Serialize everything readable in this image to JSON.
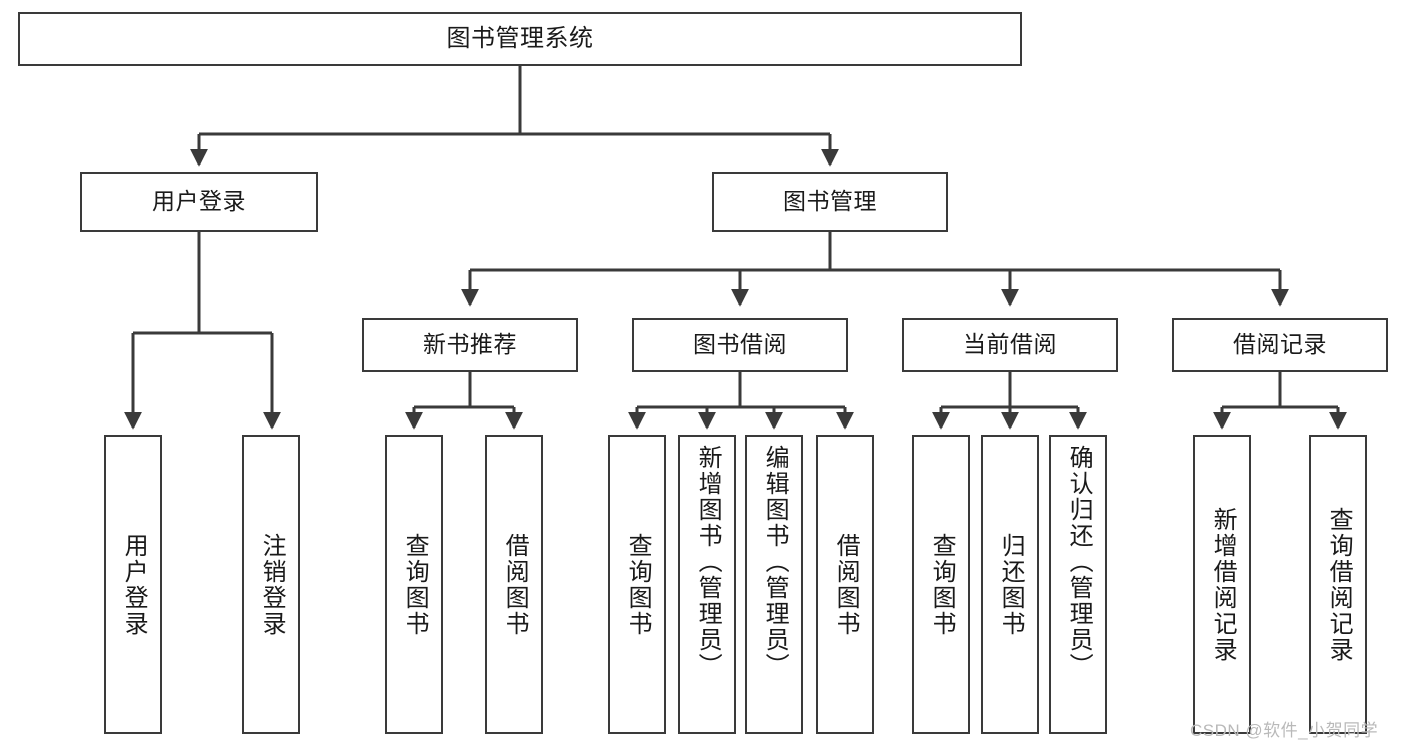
{
  "diagram": {
    "type": "tree-hierarchy-chart",
    "title": "图书管理系统",
    "watermark": "CSDN @软件_小贺同学",
    "colors": {
      "stroke": "#3a3a3a",
      "fill": "#ffffff",
      "text": "#1a1a1a",
      "watermark": "#b9b9b9"
    },
    "levels": {
      "level1": [
        {
          "id": "root",
          "label": "图书管理系统"
        }
      ],
      "level2": [
        {
          "id": "user-login",
          "label": "用户登录"
        },
        {
          "id": "book-manage",
          "label": "图书管理"
        }
      ],
      "level3": [
        {
          "id": "new-book-rec",
          "label": "新书推荐"
        },
        {
          "id": "book-borrow",
          "label": "图书借阅"
        },
        {
          "id": "current-borrow",
          "label": "当前借阅"
        },
        {
          "id": "borrow-record",
          "label": "借阅记录"
        }
      ],
      "level4": [
        {
          "id": "leaf-user-login",
          "label": "用户登录",
          "parent": "user-login"
        },
        {
          "id": "leaf-logout",
          "label": "注销登录",
          "parent": "user-login"
        },
        {
          "id": "leaf-query-book-1",
          "label": "查询图书",
          "parent": "new-book-rec"
        },
        {
          "id": "leaf-borrow-book-1",
          "label": "借阅图书",
          "parent": "new-book-rec"
        },
        {
          "id": "leaf-query-book-2",
          "label": "查询图书",
          "parent": "book-borrow"
        },
        {
          "id": "leaf-add-book",
          "label": "新增图书（管理员）",
          "parent": "book-borrow"
        },
        {
          "id": "leaf-edit-book",
          "label": "编辑图书（管理员）",
          "parent": "book-borrow"
        },
        {
          "id": "leaf-borrow-book-2",
          "label": "借阅图书",
          "parent": "book-borrow"
        },
        {
          "id": "leaf-query-book-3",
          "label": "查询图书",
          "parent": "current-borrow"
        },
        {
          "id": "leaf-return-book",
          "label": "归还图书",
          "parent": "current-borrow"
        },
        {
          "id": "leaf-confirm-return",
          "label": "确认归还（管理员）",
          "parent": "current-borrow"
        },
        {
          "id": "leaf-add-record",
          "label": "新增借阅记录",
          "parent": "borrow-record"
        },
        {
          "id": "leaf-query-record",
          "label": "查询借阅记录",
          "parent": "borrow-record"
        }
      ]
    }
  }
}
